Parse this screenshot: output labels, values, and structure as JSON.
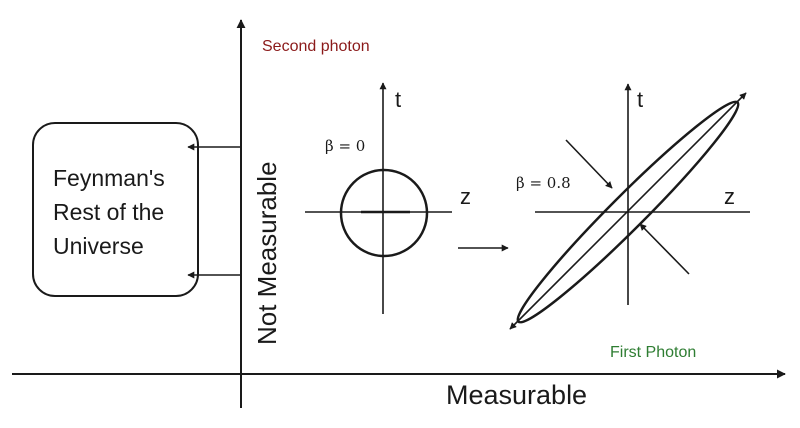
{
  "labels": {
    "second_photon": "Second photon",
    "first_photon": "First Photon",
    "measurable": "Measurable",
    "not_measurable": "Not Measurable",
    "rest_line1": "Feynman's",
    "rest_line2": "Rest of the",
    "rest_line3": "Universe",
    "beta_left": "β = 0",
    "beta_right": "β = 0.8",
    "t_left": "t",
    "z_left": "z",
    "t_right": "t",
    "z_right": "z"
  },
  "colors": {
    "second_photon": "#8b1a1a",
    "first_photon": "#2e7d32",
    "ink": "#1a1a1a"
  }
}
